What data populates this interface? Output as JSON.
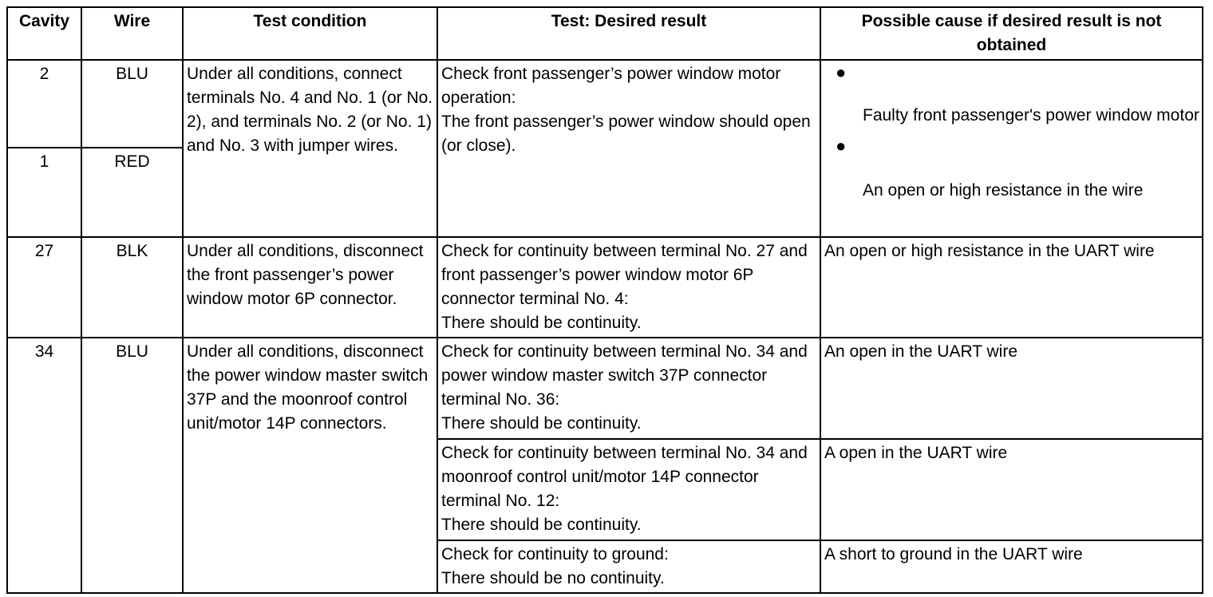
{
  "table": {
    "headers": [
      "Cavity",
      "Wire",
      "Test condition",
      "Test: Desired result",
      "Possible cause if desired result is not obtained"
    ],
    "rows": [
      {
        "cavity_a": "2",
        "wire_a": "BLU",
        "cavity_b": "1",
        "wire_b": "RED",
        "condition": "Under all conditions, connect terminals No. 4 and No. 1 (or No. 2), and terminals No. 2 (or No. 1) and No. 3 with jumper wires.",
        "result": "Check front passenger’s power window motor operation:\nThe front passenger’s power window should open (or close).",
        "causes": [
          "Faulty front passenger's power window motor",
          "An open or high resistance in the wire"
        ],
        "bullet": "●"
      },
      {
        "cavity": "27",
        "wire": "BLK",
        "condition": "Under all conditions, disconnect the front passenger’s power window motor 6P connector.",
        "result": "Check for continuity between terminal No. 27 and front passenger’s power window motor 6P connector terminal No. 4:\nThere should be continuity.",
        "cause": "An open or high resistance in the UART wire"
      },
      {
        "cavity": "34",
        "wire": "BLU",
        "condition": "Under all conditions, disconnect the power window master switch 37P and the moonroof control unit/motor 14P connectors.",
        "results": [
          {
            "result": "Check for continuity between terminal No. 34 and power window master switch 37P connector terminal No. 36:\nThere should be continuity.",
            "cause": "An open in the UART wire"
          },
          {
            "result": "Check for continuity between terminal No. 34 and moonroof control unit/motor 14P connector terminal No. 12:\nThere should be continuity.",
            "cause": "A open in the UART wire"
          },
          {
            "result": "Check for continuity to ground:\nThere should be no continuity.",
            "cause": "A short to ground in the UART wire"
          }
        ]
      }
    ]
  }
}
